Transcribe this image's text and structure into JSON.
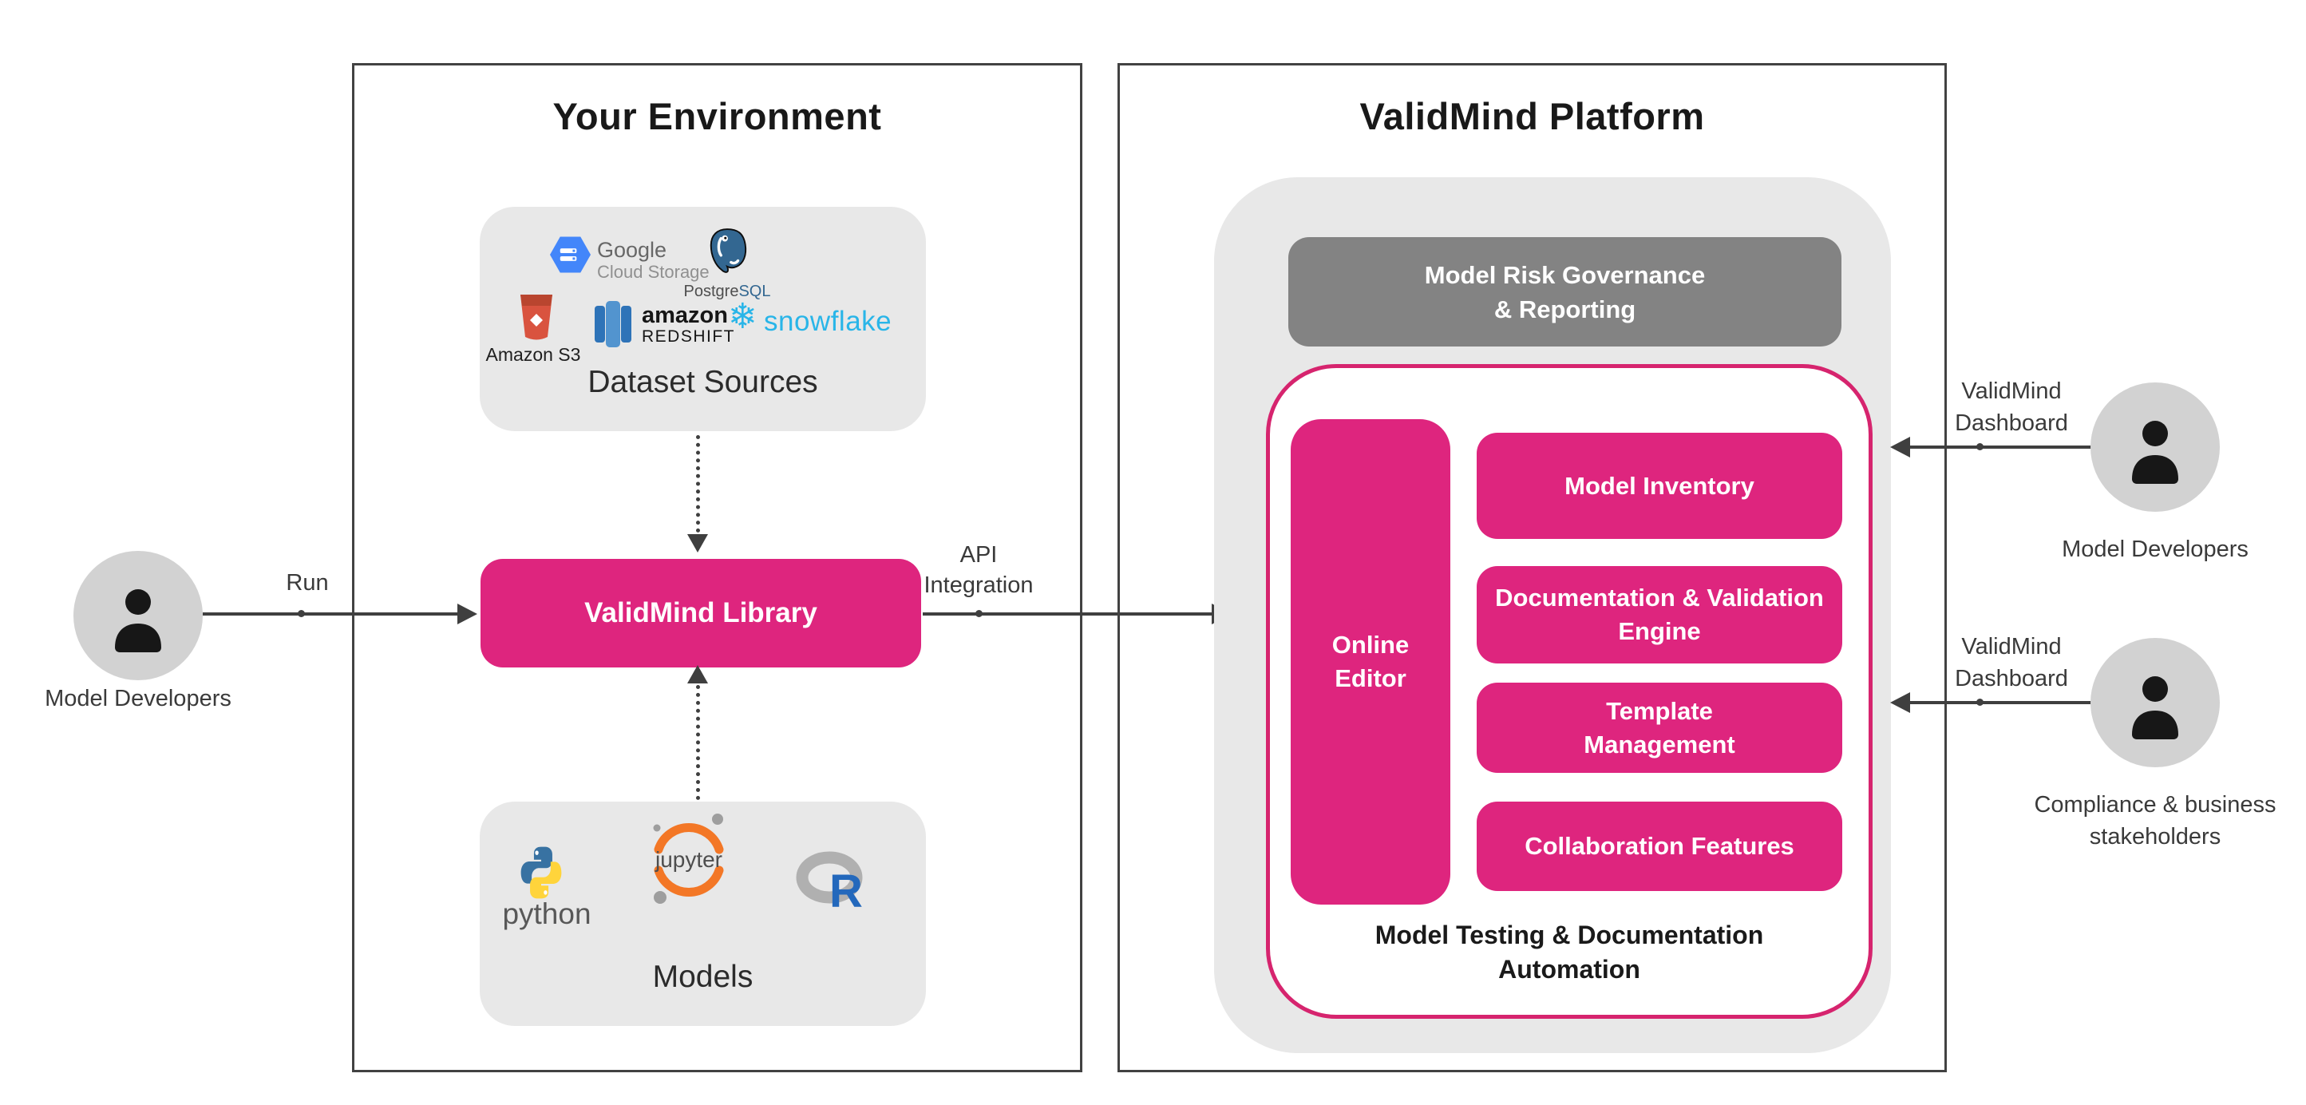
{
  "colors": {
    "pink": "#DE257E",
    "pink-border": "#D6246E",
    "gov-gray": "#838383",
    "panel-gray": "#E8E8E8",
    "avatar-gray": "#D2D2D2",
    "line-dark": "#3F3F3F",
    "gcs-blue": "#4386FA",
    "postgres-blue": "#336791",
    "s3-red": "#D9533F",
    "s3-red-dark": "#B9452F",
    "redshift-dark": "#2E73B8",
    "redshift-light": "#5294CF",
    "python-blue": "#3872A2",
    "python-yellow": "#FFD43B",
    "jupyter-orange": "#F37726",
    "dot-gray": "#9E9E9E",
    "r-gray": "#B0B0B0",
    "r-blue": "#2368BC",
    "snowflake-blue": "#29B5E8"
  },
  "left_panel": {
    "title": "Your Environment",
    "dataset_sources": {
      "label": "Dataset Sources",
      "gcs": {
        "line1": "Google",
        "line2": "Cloud Storage"
      },
      "postgresql": {
        "part1": "Postgre",
        "part2": "SQL"
      },
      "s3": {
        "label": "Amazon S3"
      },
      "redshift": {
        "line1": "amazon",
        "line2": "REDSHIFT"
      },
      "snowflake": {
        "glyph": "❄",
        "label": "snowflake"
      }
    },
    "library_label": "ValidMind Library",
    "models": {
      "label": "Models",
      "python_label": "python",
      "jupyter_label": "jupyter",
      "r_label": "R"
    }
  },
  "right_panel": {
    "title": "ValidMind Platform",
    "governance": {
      "line1": "Model Risk Governance",
      "line2": "& Reporting"
    },
    "online_editor": {
      "line1": "Online",
      "line2": "Editor"
    },
    "features": [
      {
        "line1": "Model Inventory",
        "line2": ""
      },
      {
        "line1": "Documentation & Validation",
        "line2": "Engine"
      },
      {
        "line1": "Template",
        "line2": "Management"
      },
      {
        "line1": "Collaboration Features",
        "line2": ""
      }
    ],
    "caption": {
      "line1": "Model Testing & Documentation",
      "line2": "Automation"
    }
  },
  "actors": {
    "left_developer": {
      "label": "Model Developers"
    },
    "right_developer": {
      "label": "Model Developers"
    },
    "stakeholder": {
      "line1": "Compliance & business",
      "line2": "stakeholders"
    }
  },
  "connectors": {
    "run": "Run",
    "api": {
      "line1": "API",
      "line2": "Integration"
    },
    "dashboard_top": {
      "line1": "ValidMind",
      "line2": "Dashboard"
    },
    "dashboard_bottom": {
      "line1": "ValidMind",
      "line2": "Dashboard"
    }
  }
}
